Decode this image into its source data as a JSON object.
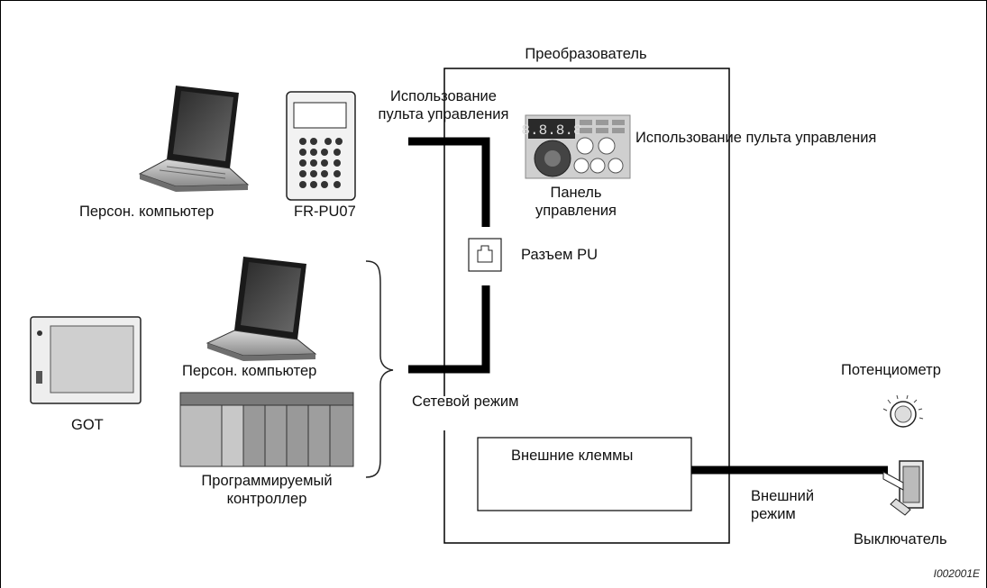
{
  "labels": {
    "inverter": "Преобразователь",
    "pu_usage_left": "Использование\nпульта управления",
    "pu_usage_right": "Использование пульта управления",
    "pc_top": "Персон. компьютер",
    "fr_pu07": "FR-PU07",
    "panel": "Панель\nуправления",
    "pu_connector": "Разъем PU",
    "got": "GOT",
    "pc_bottom": "Персон. компьютер",
    "plc": "Программируемый\nконтроллер",
    "network_mode": "Сетевой режим",
    "external_terminals": "Внешние клеммы",
    "external_mode": "Внешний\nрежим",
    "potentiometer": "Потенциометр",
    "switch": "Выключатель",
    "doc_id": "I002001E"
  },
  "panel_display": "8.8.8.8",
  "icons": [
    "laptop-icon",
    "fr-pu07-icon",
    "control-panel-icon",
    "pu-connector-icon",
    "got-icon",
    "plc-icon",
    "potentiometer-icon",
    "switch-icon",
    "brace-icon"
  ]
}
